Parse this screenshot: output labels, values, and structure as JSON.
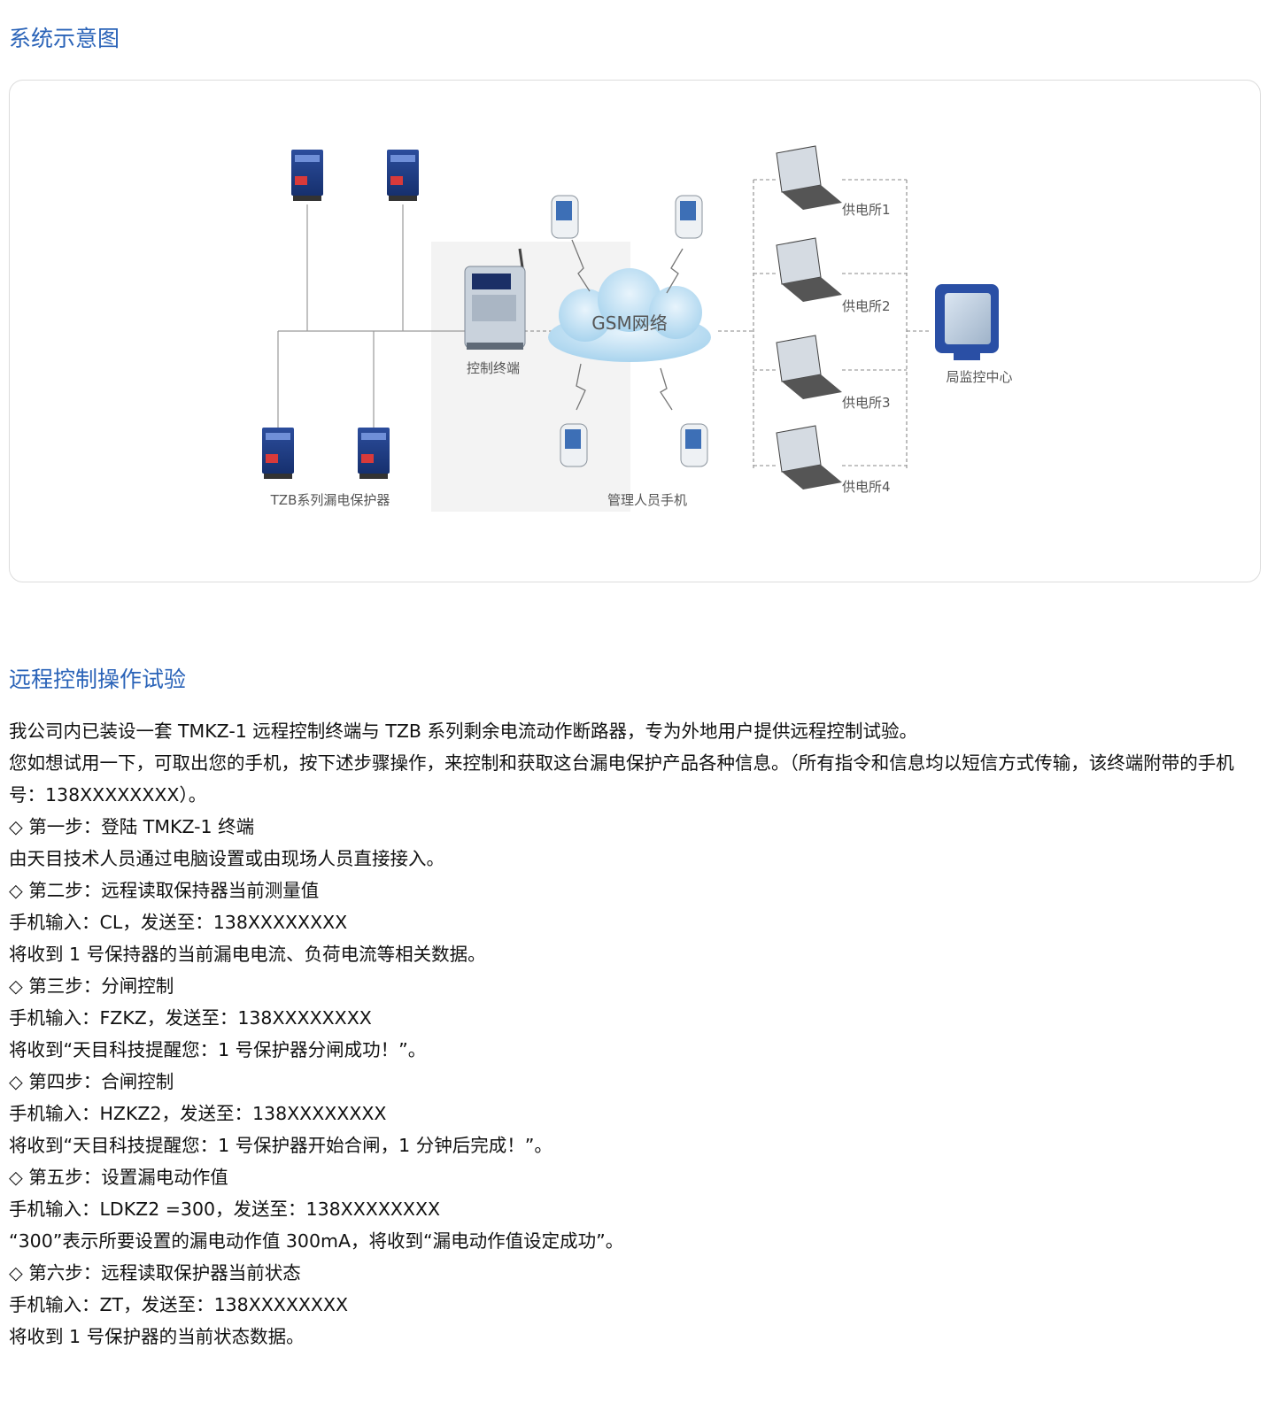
{
  "section1_title": "系统示意图",
  "diagram": {
    "gsm_label": "GSM网络",
    "terminal_label": "控制终端",
    "protector_label": "TZB系列漏电保护器",
    "phone_label": "管理人员手机",
    "station_labels": [
      "供电所1",
      "供电所2",
      "供电所3",
      "供电所4"
    ],
    "center_label": "局监控中心"
  },
  "section2_title": "远程控制操作试验",
  "paragraphs": [
    "我公司内已装设一套 TMKZ-1 远程控制终端与 TZB 系列剩余电流动作断路器，专为外地用户提供远程控制试验。",
    "您如想试用一下，可取出您的手机，按下述步骤操作，来控制和获取这台漏电保护产品各种信息。（所有指令和信息均以短信方式传输，该终端附带的手机号：138XXXXXXXX）。",
    "◇ 第一步：登陆 TMKZ-1 终端",
    "由天目技术人员通过电脑设置或由现场人员直接接入。",
    "◇ 第二步：远程读取保持器当前测量值",
    "手机输入：CL，发送至：138XXXXXXXX",
    "将收到 1 号保持器的当前漏电电流、负荷电流等相关数据。",
    "◇ 第三步：分闸控制",
    "手机输入：FZKZ，发送至：138XXXXXXXX",
    "将收到“天目科技提醒您：1 号保护器分闸成功！”。",
    "◇ 第四步：合闸控制",
    "手机输入：HZKZ2，发送至：138XXXXXXXX",
    "将收到“天目科技提醒您：1 号保护器开始合闸，1 分钟后完成！”。",
    "◇ 第五步：设置漏电动作值",
    "手机输入：LDKZ2 =300，发送至：138XXXXXXXX",
    " “300”表示所要设置的漏电动作值 300mA，将收到“漏电动作值设定成功”。",
    "◇ 第六步：远程读取保护器当前状态",
    "手机输入：ZT，发送至：138XXXXXXXX",
    "将收到 1 号保护器的当前状态数据。"
  ]
}
